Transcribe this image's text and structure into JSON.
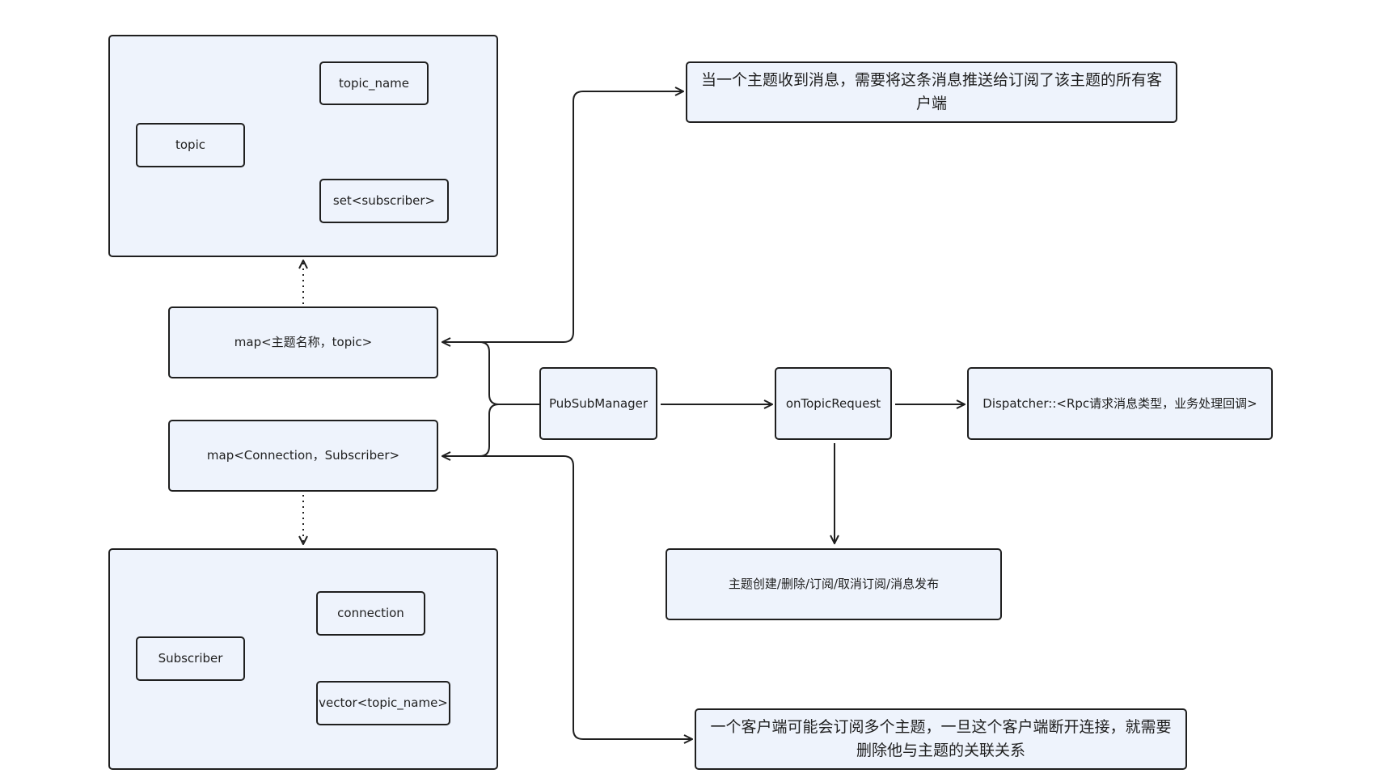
{
  "nodes": {
    "topic": "topic",
    "topic_name": "topic_name",
    "set_subscriber": "set<subscriber>",
    "map_topic": "map<主题名称，topic>",
    "map_connection": "map<Connection，Subscriber>",
    "subscriber": "Subscriber",
    "connection": "connection",
    "vector_topic_name": "vector<topic_name>",
    "pubsub_manager": "PubSubManager",
    "on_topic_request": "onTopicRequest",
    "dispatcher": "Dispatcher::<Rpc请求消息类型，业务处理回调>",
    "operations": "主题创建/删除/订阅/取消订阅/消息发布",
    "note_topic_push": "当一个主题收到消息，需要将这条消息推送给订阅了该主题的所有客户端",
    "note_client_disconnect": "一个客户端可能会订阅多个主题，一旦这个客户端断开连接，就需要删除他与主题的关联关系"
  },
  "colors": {
    "node_fill": "#eef3fc",
    "stroke": "#1f1f1f",
    "background": "#ffffff"
  }
}
